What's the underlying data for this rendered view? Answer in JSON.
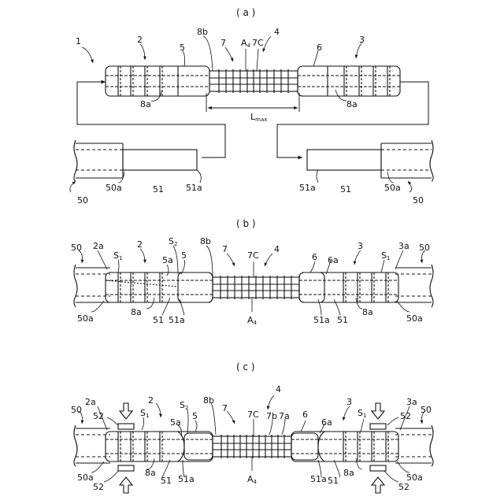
{
  "panels": [
    {
      "id": "a",
      "label": "( a )",
      "labels": {
        "p1": "1",
        "p2": "2",
        "p3": "3",
        "p4": "4",
        "p5": "5",
        "p6": "6",
        "p7": "7",
        "p7c": "7C",
        "p8b": "8b",
        "a4": "A",
        "a4_sub": "4",
        "p8a_left": "8a",
        "p8a_right": "8a",
        "lmax": "L",
        "lmax_sub": "max",
        "p50_left": "50",
        "p50_right": "50",
        "p50a_left": "50a",
        "p50a_right": "50a",
        "p51_left": "51",
        "p51_right": "51",
        "p51a_left": "51a",
        "p51a_right": "51a"
      }
    },
    {
      "id": "b",
      "label": "( b )",
      "labels": {
        "p50_left": "50",
        "p2a": "2a",
        "s1_left": "S",
        "s1_left_sub": "1",
        "p2": "2",
        "s2": "S",
        "s2_sub": "2",
        "p5a": "5a",
        "p5": "5",
        "p8b": "8b",
        "p7": "7",
        "p7c": "7C",
        "p4": "4",
        "p6": "6",
        "p6a": "6a",
        "p3": "3",
        "s1_right": "S",
        "s1_right_sub": "1",
        "p3a": "3a",
        "p50_right": "50",
        "p50a_left": "50a",
        "p8a_left": "8a",
        "p51_left": "51",
        "p51a_left": "51a",
        "a4": "A",
        "a4_sub": "4",
        "p51a_right": "51a",
        "p51_right": "51",
        "p8a_right": "8a",
        "p50a_right": "50a"
      }
    },
    {
      "id": "c",
      "label": "( c )",
      "labels": {
        "p4": "4",
        "p50_left": "50",
        "p2a": "2a",
        "p52_tl": "52",
        "s1_left": "S",
        "s1_left_sub": "1",
        "p2": "2",
        "s2": "S",
        "s2_sub": "2",
        "p5a": "5a",
        "p5": "5",
        "p8b": "8b",
        "p7": "7",
        "p7c": "7C",
        "p7b": "7b",
        "p7a": "7a",
        "p6": "6",
        "p6a": "6a",
        "p3": "3",
        "s1_right": "S",
        "s1_right_sub": "1",
        "p52_tr": "52",
        "p3a": "3a",
        "p50_right": "50",
        "p50a_left": "50a",
        "p8a_left": "8a",
        "p51_left": "51",
        "p51a_left": "51a",
        "a4": "A",
        "a4_sub": "4",
        "p51a_right": "51a",
        "p51_right": "51",
        "p8a_right": "8a",
        "p50a_right": "50a",
        "p52_bl": "52",
        "p52_br": "52"
      }
    }
  ]
}
